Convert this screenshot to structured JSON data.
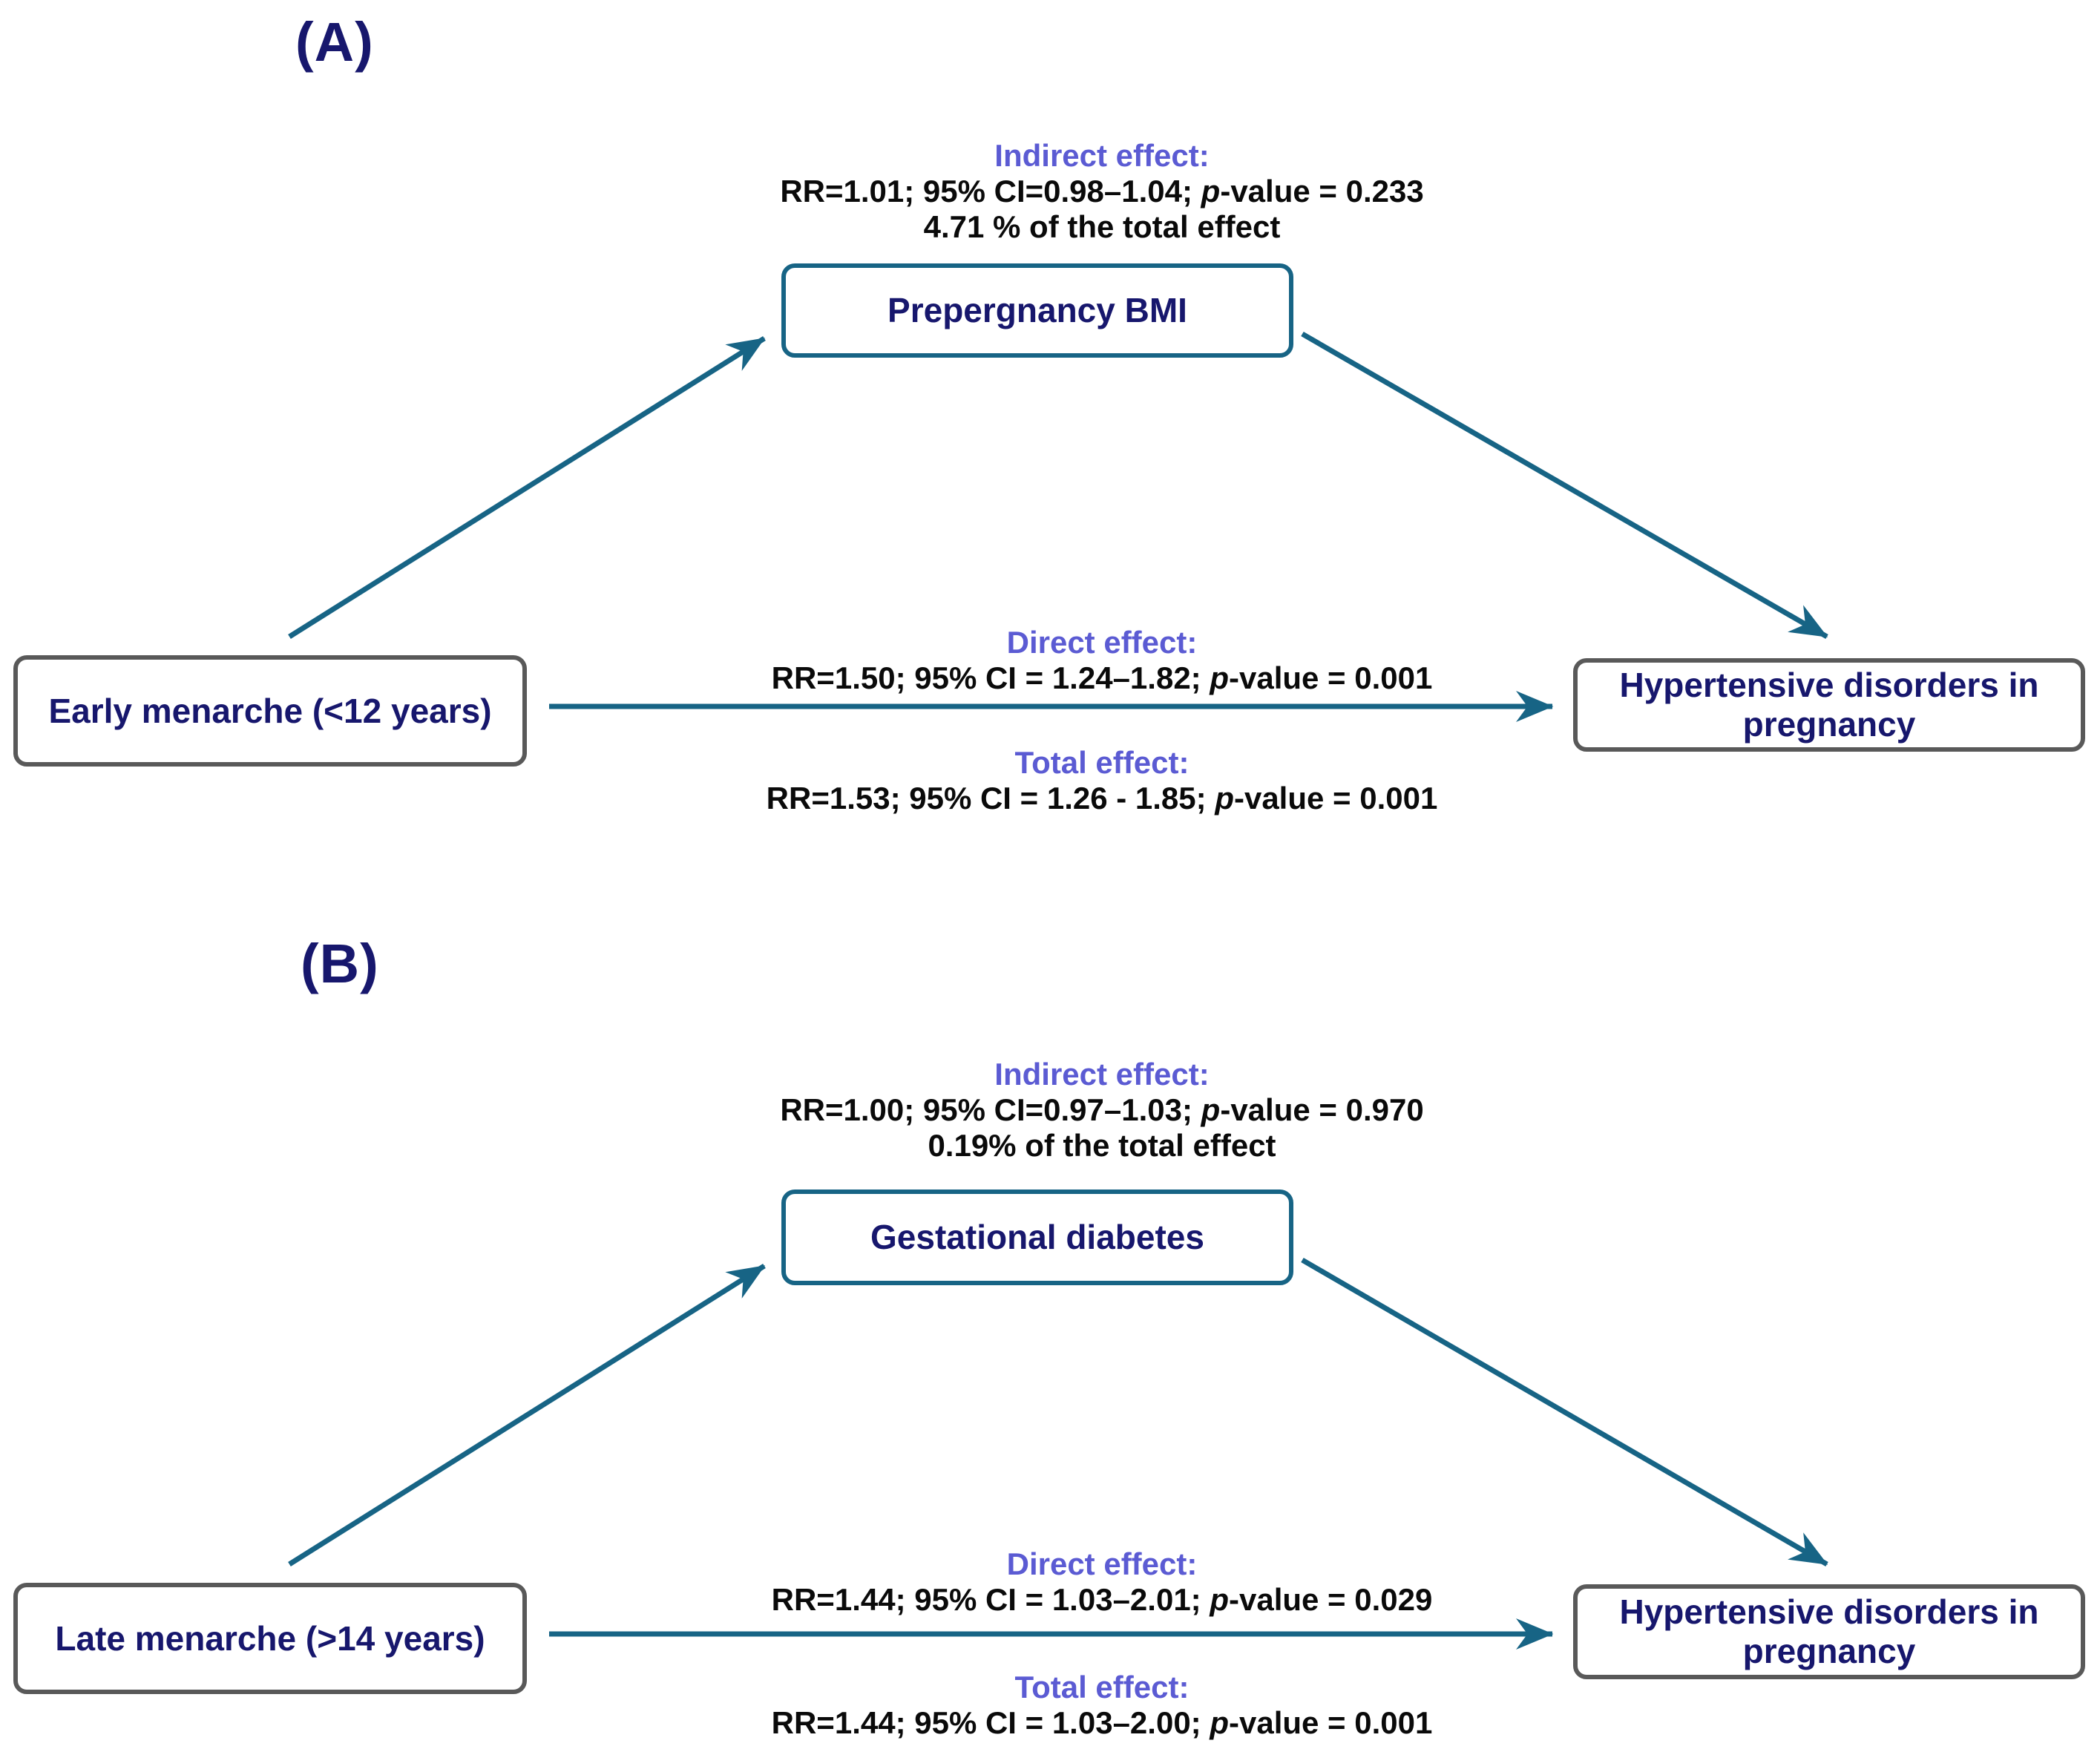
{
  "figure": {
    "type": "mediation-path-diagram",
    "colors": {
      "navy_text": "#17176d",
      "purple_heading": "#5b5bd3",
      "teal_arrow_and_mediator_border": "#176485",
      "gray_box_border": "#595959",
      "stat_text": "#0a0a0a",
      "background": "#ffffff"
    }
  },
  "panels": {
    "a": {
      "label": "(A)",
      "exposure": "Early menarche (<12 years)",
      "mediator": "Prepergnancy BMI",
      "outcome": "Hypertensive disorders in pregnancy",
      "indirect": {
        "title": "Indirect effect:",
        "pre": "RR=1.01; 95% CI=0.98–1.04; ",
        "p": "p",
        "post": "-value = 0.233",
        "share": "4.71 % of the total effect"
      },
      "direct": {
        "title": "Direct effect:",
        "pre": "RR=1.50; 95% CI = 1.24–1.82; ",
        "p": "p",
        "post": "-value = 0.001"
      },
      "total": {
        "title": "Total effect:",
        "pre": "RR=1.53; 95% CI = 1.26 - 1.85; ",
        "p": "p",
        "post": "-value = 0.001"
      }
    },
    "b": {
      "label": "(B)",
      "exposure": "Late menarche (>14 years)",
      "mediator": "Gestational diabetes",
      "outcome": "Hypertensive disorders in pregnancy",
      "indirect": {
        "title": "Indirect effect:",
        "pre": "RR=1.00; 95% CI=0.97–1.03; ",
        "p": "p",
        "post": "-value = 0.970",
        "share": "0.19% of the total effect"
      },
      "direct": {
        "title": "Direct effect:",
        "pre": "RR=1.44; 95% CI = 1.03–2.01; ",
        "p": "p",
        "post": "-value = 0.029"
      },
      "total": {
        "title": "Total effect:",
        "pre": "RR=1.44; 95% CI = 1.03–2.00; ",
        "p": "p",
        "post": "-value = 0.001"
      }
    }
  }
}
